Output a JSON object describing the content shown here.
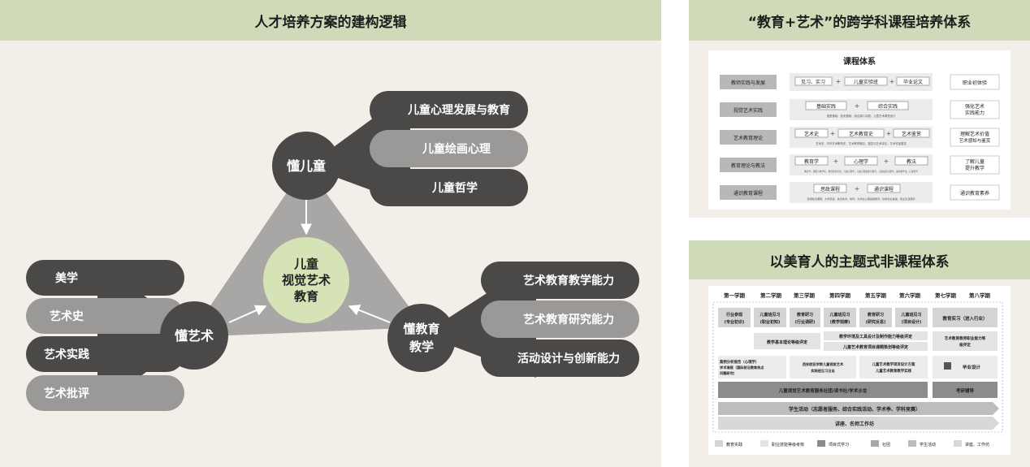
{
  "left_panel": {
    "title": "人才培养方案的建构逻辑",
    "center": [
      "儿童",
      "视觉艺术",
      "教育"
    ],
    "hub_child": "懂儿童",
    "hub_art": "懂艺术",
    "hub_edu": [
      "懂教育",
      "教学"
    ],
    "child_branches": [
      "儿童心理发展与教育",
      "儿童绘画心理",
      "儿童哲学"
    ],
    "art_branches": [
      "美学",
      "艺术史",
      "艺术实践",
      "艺术批评"
    ],
    "edu_branches": [
      "艺术教育教学能力",
      "艺术教育研究能力",
      "活动设计与创新能力"
    ]
  },
  "top_right": {
    "title": "“教育+艺术”的跨学科课程培养体系",
    "doc_title": "课程体系",
    "rows": [
      {
        "left": "教师实践与发展",
        "items": [
          "见习、实习",
          "儿童实验班",
          "毕业论文"
        ],
        "desc": "",
        "right": "职业初体验"
      },
      {
        "left": "视觉艺术实践",
        "items": [
          "基础实践",
          "综合实践"
        ],
        "desc": "造型基础，色彩基础，综合媒介实践，儿童艺术课堂设计",
        "right": "强化艺术\n实践能力"
      },
      {
        "left": "艺术教育理论",
        "items": [
          "艺术史",
          "艺术教育史",
          "艺术鉴赏"
        ],
        "desc": "艺术史，中外艺术教育史，艺术教育概论，鉴赏与艺术评论，艺术作品鉴赏",
        "right": "理解艺术价值\n艺术感知与鉴赏"
      },
      {
        "left": "教育理论与教法",
        "items": [
          "教育学",
          "心理学",
          "教法"
        ],
        "desc": "教育学，课程与教学论，教育研究方法，儿童心理学，儿童心理发展与教育，儿童绘画心理学，美术教学法，儿童哲学",
        "right": "了解儿童\n提升教学"
      },
      {
        "left": "通识教育课程",
        "items": [
          "思政课程",
          "通识课程"
        ],
        "desc": "思想政治课程，大学英语，信息技术，体育，大学生心理健康教育，创新创业基础，职业生涯规划",
        "right": "通识教育素养"
      }
    ]
  },
  "bottom_right": {
    "title": "以美育人的主题式非课程体系",
    "semesters": [
      "第一学期",
      "第二学期",
      "第三学期",
      "第四学期",
      "第五学期",
      "第六学期",
      "第七学期",
      "第八学期"
    ],
    "row1": [
      [
        "行业参观",
        "(专业初识)"
      ],
      [
        "儿童班见习",
        "(职业初知)"
      ],
      [
        "教育研习",
        "(行业调研)"
      ],
      [
        "儿童班见习",
        "(教学观摩)"
      ],
      [
        "教育研习",
        "(研究反思)"
      ],
      [
        "儿童班见习",
        "(项目设计)"
      ],
      [
        "教育实习（进入行业）"
      ]
    ],
    "row2": [
      "教学基本理论等级评定",
      "教学环境及工具设计及制作能力等级评定",
      "儿童艺术教育项目课题策划等级评定",
      "艺术教育教师职业能力等级评定"
    ],
    "row3": [
      "案例分析报告（心理学）",
      "学术海报（国际前沿教育热点问题研究）",
      "西安欧亚学院儿童视觉艺术实践班见习日志",
      "儿童艺术教学项目设计方案",
      "儿童艺术教育教学实践",
      "毕业设计"
    ],
    "row4": [
      "儿童视觉艺术教育服务社团/读书社/学术沙龙",
      "考研辅导"
    ],
    "row5": "学生活动（志愿者服务、综合实践活动、学术季、学科竞赛）",
    "row6": "讲座、名师工作坊",
    "legend": [
      "教育实践",
      "职业技能等级考核",
      "项目式学习",
      "社团",
      "学生活动",
      "讲座、工作坊"
    ]
  },
  "colors": {
    "header_green": "#cfdbb8",
    "dark_pill": "#4a4948",
    "light_pill": "#9a9998",
    "center_circle": "#d6e3b6",
    "triangle": "#a8a7a5"
  }
}
